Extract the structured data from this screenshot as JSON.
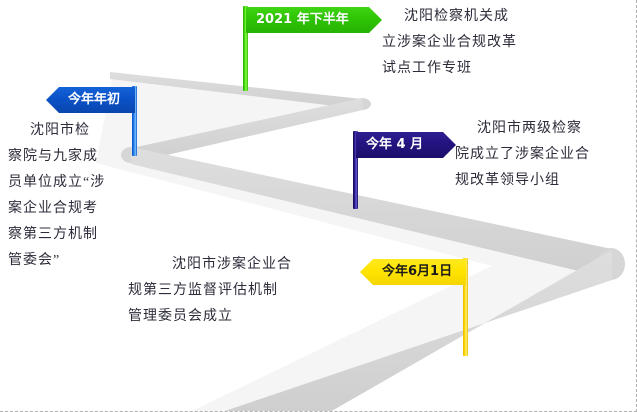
{
  "figure": {
    "kind": "timeline-roadmap-infographic",
    "subject": "沈阳市涉案企业合规改革时间线",
    "background_color": "#ffffff",
    "road_color": "#d4d4d4",
    "road_shadow_color": "#e9e9e9"
  },
  "milestones": [
    {
      "id": "green",
      "flag_label": "2021 年下半年",
      "flag_color": "#2fc405",
      "flag_text_color": "#ffffff",
      "flag_direction": "right",
      "description": "沈阳检察机关成\n立涉案企业合规改革\n试点工作专班"
    },
    {
      "id": "blue",
      "flag_label": "今年年初",
      "flag_color": "#0b52c8",
      "flag_text_color": "#ffffff",
      "flag_direction": "left",
      "description": "沈阳市检\n察院与九家成\n员单位成立“涉\n案企业合规考\n察第三方机制\n管委会”"
    },
    {
      "id": "navy",
      "flag_label": "今年 4 月",
      "flag_color": "#231380",
      "flag_text_color": "#ffffff",
      "flag_direction": "right",
      "description": "沈阳市两级检察\n院成立了涉案企业合\n规改革领导小组"
    },
    {
      "id": "yellow",
      "flag_label": "今年6月1日",
      "flag_color": "#ffe400",
      "flag_text_color": "#1a1a1a",
      "flag_direction": "left",
      "description": "沈阳市涉案企业合\n规第三方监督评估机制\n管理委员会成立"
    }
  ]
}
